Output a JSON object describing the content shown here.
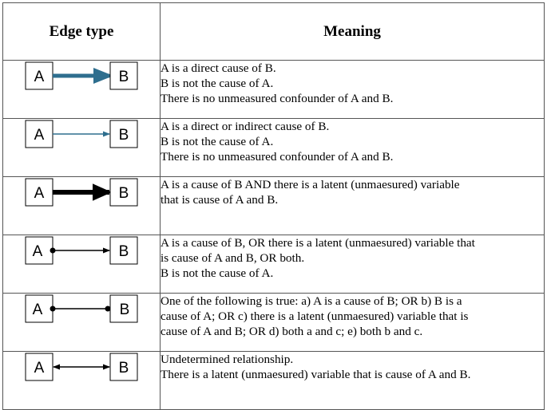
{
  "header": {
    "edge_type": "Edge type",
    "meaning": "Meaning"
  },
  "node_a": "A",
  "node_b": "B",
  "colors": {
    "teal": "#2e6e8e",
    "black": "#000000"
  },
  "rows": [
    {
      "edge": "thick-teal-arrow",
      "lines": [
        "A is a direct cause of B.",
        "B is not the cause of A.",
        "There is no unmeasured confounder of A and B."
      ]
    },
    {
      "edge": "thin-teal-arrow",
      "lines": [
        "A is a direct or indirect cause of B.",
        "B is not the cause of A.",
        "There is no unmeasured confounder of A and B."
      ]
    },
    {
      "edge": "thick-black-arrow",
      "lines": [
        "A is a cause of B AND there is a latent (unmaesured) variable",
        "that is cause of A and B."
      ]
    },
    {
      "edge": "circle-arrow",
      "lines": [
        "A is a cause of B, OR there is a latent (unmaesured) variable that",
        "is cause of A and B, OR both.",
        "B is not the cause of A."
      ]
    },
    {
      "edge": "circle-circle",
      "lines": [
        "One of the following is true: a) A is a cause of B; OR b) B is a",
        "cause of A; OR c) there is a latent (unmaesured) variable that is",
        "cause of A and B; OR d) both a and c; e) both b and c."
      ]
    },
    {
      "edge": "bidirected-arrow",
      "lines": [
        "Undetermined relationship.",
        "There is a latent (unmaesured) variable that is cause of A and B."
      ]
    }
  ]
}
